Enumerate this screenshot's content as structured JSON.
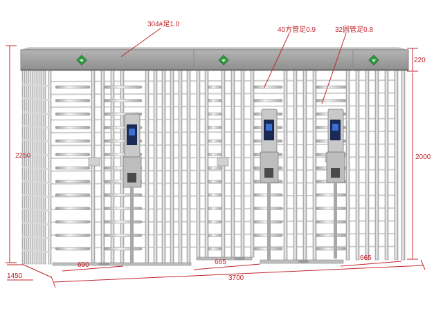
{
  "callouts": {
    "roof_material": "304#足1.0",
    "square_tube": "40方管足0.9",
    "round_tube": "32圆管足0.8"
  },
  "dimensions": {
    "total_height": "2250",
    "roof_height": "220",
    "passage_height": "2000",
    "depth": "1450",
    "lane_left": "690",
    "lane_middle": "665",
    "lane_right": "665",
    "total_width": "3700"
  },
  "colors": {
    "frame": "#9e9e9e",
    "frame_dark": "#7a7a7a",
    "bar_light": "#ededed",
    "bar_edge": "#9a9a9a",
    "dimension_red": "#c0242b",
    "arrow_green": "#2e9b3e",
    "screen": "#1b2a55"
  },
  "icons": [
    "green-arrow-indicator-icon",
    "face-recognition-terminal-icon"
  ]
}
